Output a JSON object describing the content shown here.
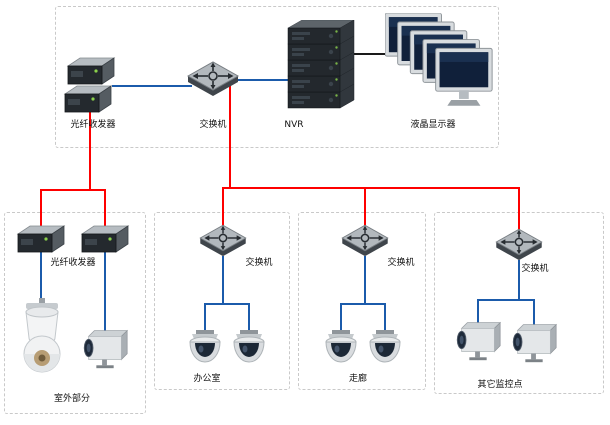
{
  "diagram": {
    "type": "surveillance-network-topology",
    "colors": {
      "trunk_line": "#fe0000",
      "branch_line": "#1b5bab",
      "video_line": "#1a1a1a",
      "group_border": "#c9c9c9",
      "background": "#ffffff"
    },
    "head_end": {
      "fiber_transceiver_label": "光纤收发器",
      "switch_label": "交换机",
      "nvr_label": "NVR",
      "monitor_label": "液晶显示器"
    },
    "groups": {
      "outdoor": {
        "name": "室外部分",
        "fiber_transceiver_label": "光纤收发器"
      },
      "office": {
        "name": "办公室",
        "switch_label": "交换机"
      },
      "corridor": {
        "name": "走廊",
        "switch_label": "交换机"
      },
      "other": {
        "name": "其它监控点",
        "switch_label": "交换机"
      }
    }
  }
}
